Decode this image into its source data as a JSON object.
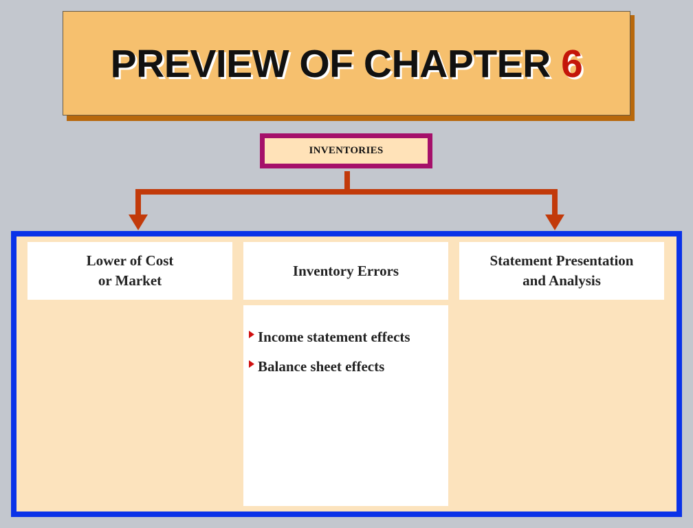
{
  "title": {
    "text": "PREVIEW OF CHAPTER ",
    "chapter_number": "6"
  },
  "root": {
    "label": "INVENTORIES"
  },
  "columns": [
    {
      "header_line1": "Lower of Cost",
      "header_line2": "or Market",
      "items": []
    },
    {
      "header_line1": "Inventory Errors",
      "header_line2": "",
      "items": [
        "Income statement effects",
        "Balance sheet effects"
      ]
    },
    {
      "header_line1": "Statement Presentation",
      "header_line2": "and Analysis",
      "items": []
    }
  ],
  "colors": {
    "background": "#c3c7ce",
    "title_fill": "#f6c06e",
    "title_shadow": "#b8680c",
    "chapter_number": "#c4160a",
    "root_border": "#a5106a",
    "root_fill": "#ffe2b8",
    "connector": "#c23a0a",
    "panel_border": "#0a32e8",
    "panel_fill": "#fce3bd",
    "bullet": "#d01010"
  },
  "icons": {
    "bullet": "triangle-bullet-icon",
    "arrow": "arrow-down-icon"
  }
}
